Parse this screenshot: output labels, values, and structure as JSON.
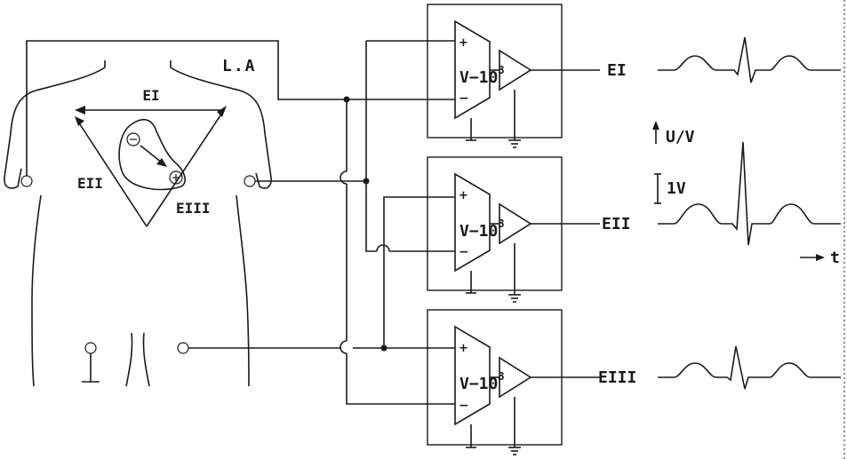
{
  "labels": {
    "left_arm": "L.A",
    "lead_1_arrow": "EI",
    "lead_2_arrow": "EII",
    "lead_3_arrow": "EIII",
    "dipole_negative": "−",
    "dipole_positive": "+",
    "plus": "+",
    "minus": "−",
    "amp_text": "V−10",
    "amp_exponent": "3",
    "out_1": "EI",
    "out_2": "EII",
    "out_3": "EIII",
    "y_axis": "U/V",
    "scale": "1V",
    "time_axis": "t"
  },
  "amplifiers": [
    {
      "id": "amp-1",
      "output": "EI"
    },
    {
      "id": "amp-2",
      "output": "EII"
    },
    {
      "id": "amp-3",
      "output": "EIII"
    }
  ]
}
